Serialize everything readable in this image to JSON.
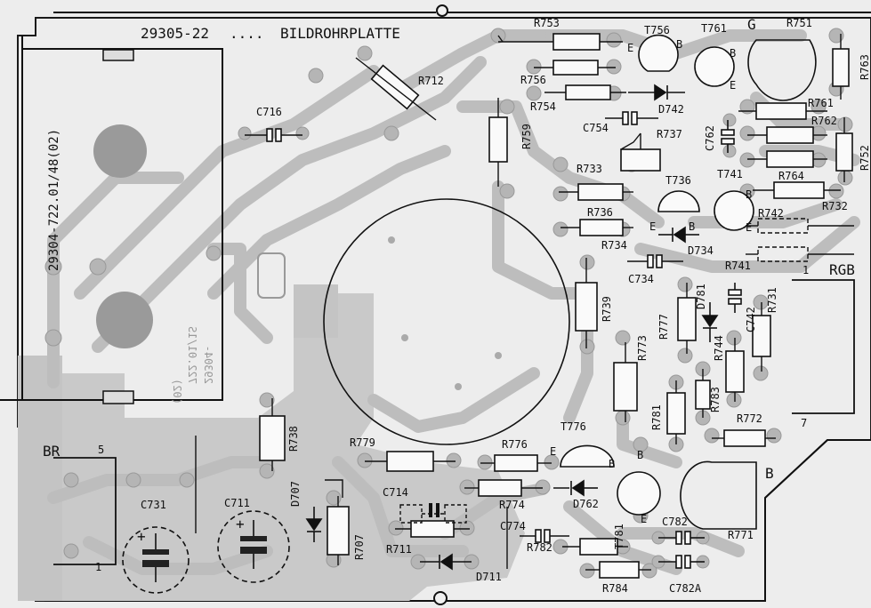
{
  "board": {
    "title_code": "29305-22",
    "title_dots": "....",
    "title_name": "BILDROHRPLATTE",
    "module_id": "29304-722.01/48(02)",
    "mirrored_text": [
      "(02)",
      "722.01/1S",
      "29304-"
    ]
  },
  "connectors": {
    "br": {
      "label": "BR",
      "pin_first": "5",
      "pin_last": "1"
    },
    "rgb": {
      "label": "RGB",
      "pin_first": "1",
      "pin_last": "7"
    },
    "g": {
      "label": "G"
    },
    "b": {
      "label": "B"
    }
  },
  "resistors": [
    "R753",
    "R756",
    "R754",
    "R712",
    "R759",
    "R751",
    "R763",
    "R761",
    "R762",
    "R752",
    "R737",
    "R733",
    "R764",
    "R732",
    "R736",
    "R742",
    "R734",
    "R741",
    "R731",
    "R739",
    "R777",
    "R773",
    "R744",
    "R783",
    "R781",
    "R772",
    "R738",
    "R779",
    "R776",
    "R774",
    "R707",
    "R711",
    "R782",
    "R784",
    "R771"
  ],
  "capacitors": [
    "C716",
    "C754",
    "C762",
    "C734",
    "C742",
    "C714",
    "C774",
    "C782",
    "C782A",
    "C731",
    "C711"
  ],
  "transistors": [
    "T756",
    "T761",
    "T736",
    "T741",
    "T776",
    "T781"
  ],
  "diodes": [
    "D742",
    "D734",
    "D781",
    "D707",
    "D762",
    "D711"
  ],
  "pin_marks": {
    "e": "E",
    "b": "B",
    "plus": "+"
  }
}
